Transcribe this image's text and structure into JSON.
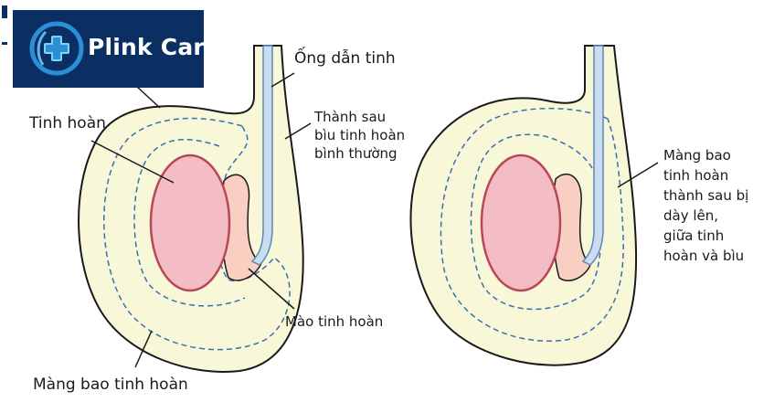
{
  "brand": {
    "name": "Plink Care",
    "colors": {
      "logo_bg": "#0b2e63",
      "logo_circle": "#2a8fd6",
      "logo_cross": "#7fd4f5"
    }
  },
  "colors": {
    "scrotum_fill": "#f8f7d8",
    "outline": "#1a1a1a",
    "membrane_dash": "#3a6fb0",
    "testis_fill": "#f4bcc4",
    "testis_stroke": "#b8475a",
    "epididymis_fill": "#f9cfc2",
    "vas_fill": "#c9ddee",
    "vas_stroke": "#5a88b8"
  },
  "labels": {
    "vas_deferens": "Ống dẫn tinh",
    "testis": "Tinh hoàn",
    "posterior_wall_normal": [
      "Thành sau",
      "bìu tinh hoàn",
      "bình thường"
    ],
    "epididymis": "Mào tinh hoàn",
    "tunica": "Màng bao tinh hoàn",
    "thickened_tunica": [
      "Màng bao",
      "tinh hoàn",
      "thành sau bị",
      "dày lên,",
      "giữa tinh",
      "hoàn và bìu"
    ]
  }
}
